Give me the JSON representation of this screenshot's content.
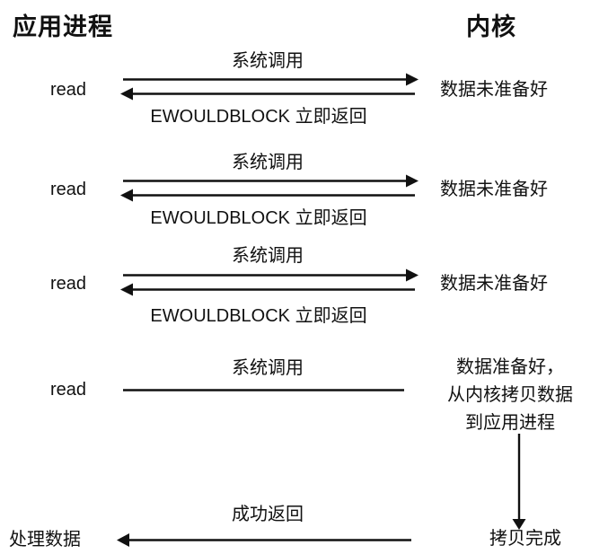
{
  "diagram": {
    "title_app": "应用进程",
    "title_kernel": "内核",
    "syscall_label": "系统调用",
    "would_block_label": "EWOULDBLOCK 立即返回",
    "read_label": "read",
    "data_not_ready_label": "数据未准备好",
    "success_return_label": "成功返回",
    "process_data_label": "处理数据",
    "copy_done_label": "拷贝完成",
    "kernel_copy_line1": "数据准备好，",
    "kernel_copy_line2": "从内核拷贝数据",
    "kernel_copy_line3": "到应用进程",
    "colors": {
      "stroke": "#111111",
      "background": "#ffffff",
      "text": "#111111"
    },
    "rounds": [
      {
        "id": "round-1",
        "syscall": "系统调用",
        "caller": "read",
        "returned": "EWOULDBLOCK 立即返回",
        "kernel_state": "数据未准备好"
      },
      {
        "id": "round-2",
        "syscall": "系统调用",
        "caller": "read",
        "returned": "EWOULDBLOCK 立即返回",
        "kernel_state": "数据未准备好"
      },
      {
        "id": "round-3",
        "syscall": "系统调用",
        "caller": "read",
        "returned": "EWOULDBLOCK 立即返回",
        "kernel_state": "数据未准备好"
      },
      {
        "id": "round-4",
        "syscall": "系统调用",
        "caller": "read",
        "returned": "",
        "kernel_state": "数据准备好，从内核拷贝数据到应用进程"
      }
    ]
  }
}
